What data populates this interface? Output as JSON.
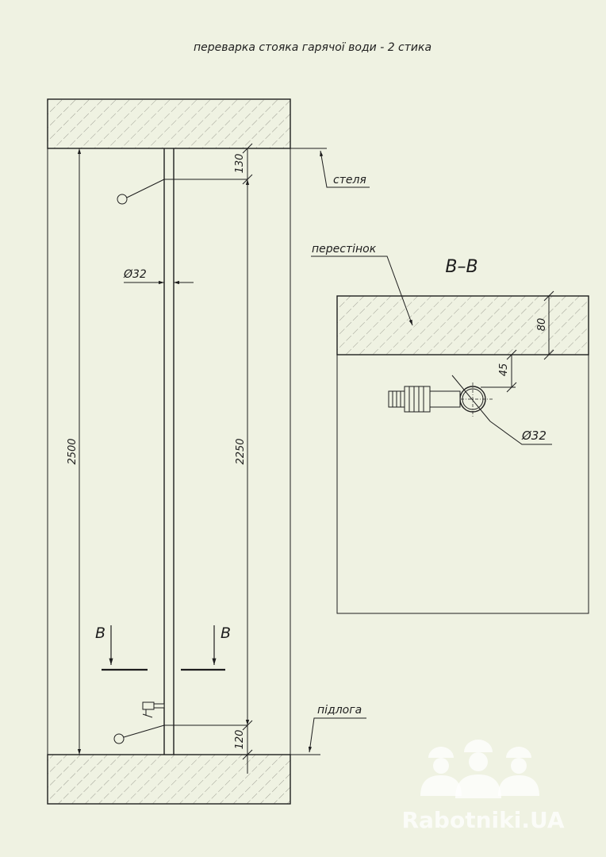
{
  "title": "переварка стояка гарячої води - 2 стика",
  "elevation": {
    "label_ceiling": "стеля",
    "label_floor": "підлога",
    "dim_total": "2500",
    "dim_between": "2250",
    "dim_top": "130",
    "dim_bottom": "120",
    "pipe_diameter": "Ø32",
    "section_mark_left": "B",
    "section_mark_right": "B"
  },
  "section": {
    "title": "B–B",
    "label_partition": "перестінок",
    "dim_wall": "80",
    "dim_offset": "45",
    "pipe_diameter": "Ø32"
  },
  "watermark": {
    "text": "Rabotniki.UA"
  },
  "colors": {
    "background": "#eff2e2",
    "line": "#1e1e1e",
    "hatch": "#8a8a80",
    "watermark": "#ffffff"
  }
}
